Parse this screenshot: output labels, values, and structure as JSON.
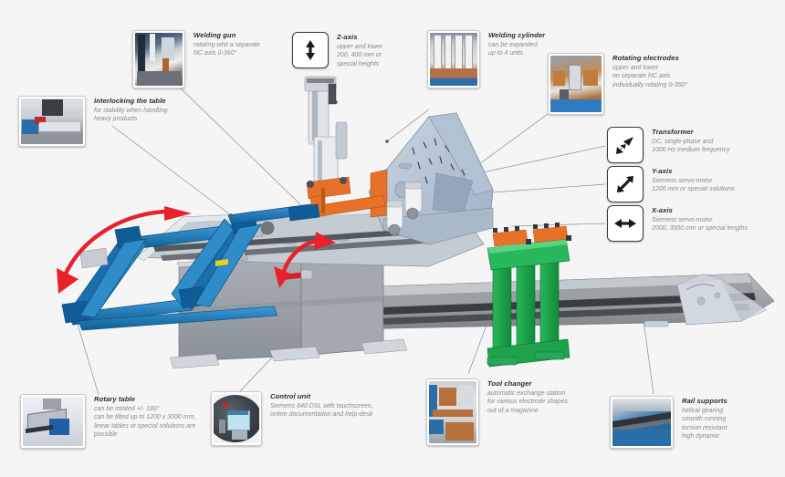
{
  "page": {
    "background": "#f5f5f5",
    "diagram_subject": "CNC resistance welding machine with rotary table"
  },
  "colors": {
    "accent_blue": "#1f7ec4",
    "frame_green": "#1ea34a",
    "tool_orange": "#e8712a",
    "arrow_red": "#e8212a",
    "body_grey": "#9aa0a6",
    "panel_steel": "#b7c4d4",
    "label_title": "#2b2b2b",
    "label_body": "#8a8a8a",
    "leader_line": "#8d8d8d"
  },
  "callouts": [
    {
      "id": "welding-gun",
      "title": "Welding gun",
      "desc": "rotating whit a separate\nNC axis 0-360°",
      "media": "photo"
    },
    {
      "id": "z-axis",
      "title": "Z-axis",
      "desc": "upper and lower\n200, 400 mm or\nspecial heights",
      "media": "icon",
      "icon": "arrow-up-down-icon"
    },
    {
      "id": "welding-cylinder",
      "title": "Welding cylinder",
      "desc": "can be expanded\nup to 4 units",
      "media": "photo"
    },
    {
      "id": "rotating-electrodes",
      "title": "Rotating electrodes",
      "desc": "upper and lower\non separate NC axis\nindividually rotating 0-360°",
      "media": "photo"
    },
    {
      "id": "interlocking-the-table",
      "title": "Interlocking the table",
      "desc": "for stability when handling\nheavy products",
      "media": "photo"
    },
    {
      "id": "transformer",
      "title": "Transformer",
      "desc": "DC, single-phase and\n1000 Hz medium frequency",
      "media": "icon",
      "icon": "lightning-arrow-icon"
    },
    {
      "id": "y-axis",
      "title": "Y-axis",
      "desc": "Siemens servo-motor\n1200 mm or special solutions",
      "media": "icon",
      "icon": "arrow-diagonal-icon"
    },
    {
      "id": "x-axis",
      "title": "X-axis",
      "desc": "Siemens servo-motor\n2000, 3000 mm or special lengths",
      "media": "icon",
      "icon": "arrow-left-right-icon"
    },
    {
      "id": "rotary-table",
      "title": "Rotary table",
      "desc": "can be rotated +/- 180°\ncan be tilted up to 1200 x 3000 mm,\nlinear tables or special solutions are\npossible",
      "media": "photo"
    },
    {
      "id": "control-unit",
      "title": "Control unit",
      "desc": "Siemens 840 DSL with touchscreen,\nonline documentation and help-desk",
      "media": "photo"
    },
    {
      "id": "tool-changer",
      "title": "Tool changer",
      "desc": "automatic exchange station\nfor various electrode shapes\nout of a magazine",
      "media": "photo"
    },
    {
      "id": "rail-supports",
      "title": "Rail supports",
      "desc": "helical gearing\nsmooth running\ntorsion resistant\nhigh dynamic",
      "media": "photo"
    }
  ]
}
